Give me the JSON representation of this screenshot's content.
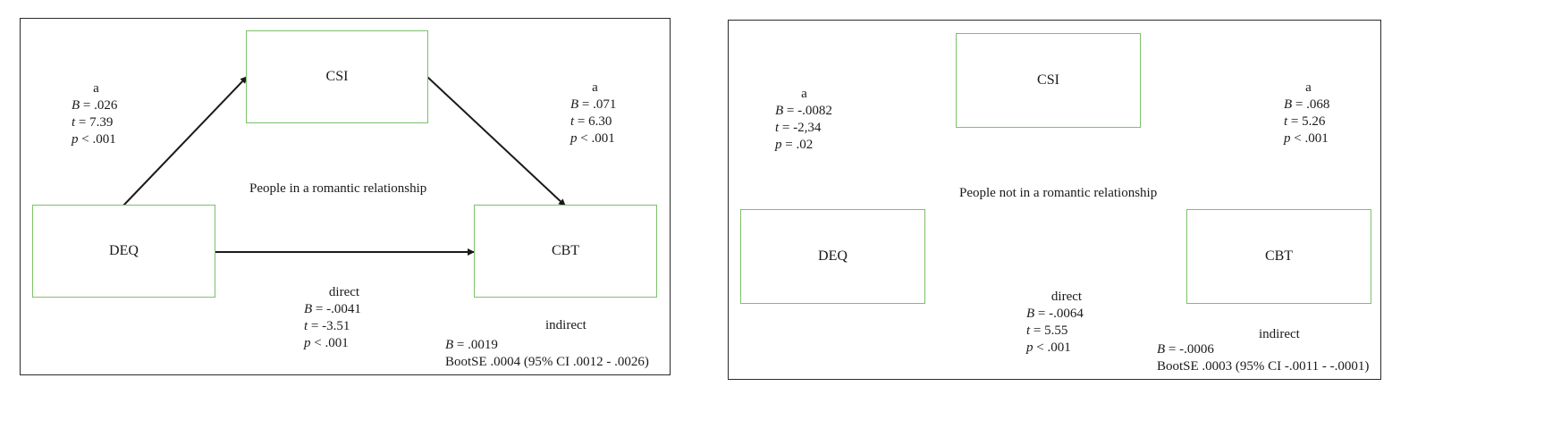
{
  "panels": [
    {
      "group_label": "People in a romantic relationship",
      "nodes": {
        "mediator": "CSI",
        "predictor": "DEQ",
        "outcome": "CBT"
      },
      "path_a1": {
        "label": "a",
        "B": ".026",
        "t": "7.39",
        "p": "< .001",
        "p_sym": "<",
        "p_val": ".001"
      },
      "path_a2": {
        "label": "a",
        "B": ".071",
        "t": "6.30",
        "p_sym": "<",
        "p_val": ".001"
      },
      "direct": {
        "label": "direct",
        "B": "-.0041",
        "t": "-3.51",
        "p_sym": "<",
        "p_val": ".001"
      },
      "indirect": {
        "label": "indirect",
        "B": ".0019",
        "bootse": "BootSE .0004 (95% CI .0012 - .0026)"
      }
    },
    {
      "group_label": "People not in a romantic relationship",
      "nodes": {
        "mediator": "CSI",
        "predictor": "DEQ",
        "outcome": "CBT"
      },
      "path_a1": {
        "label": "a",
        "B": "-.0082",
        "t": "-2,34",
        "p_sym": "=",
        "p_val": ".02"
      },
      "path_a2": {
        "label": "a",
        "B": ".068",
        "t": "5.26",
        "p_sym": "<",
        "p_val": ".001"
      },
      "direct": {
        "label": "direct",
        "B": "-.0064",
        "t": "5.55",
        "p_sym": "<",
        "p_val": ".001"
      },
      "indirect": {
        "label": "indirect",
        "B": "-.0006",
        "bootse": "BootSE .0003 (95% CI -.0011 - -.0001)"
      }
    }
  ],
  "letters": {
    "B": "B",
    "t": "t",
    "p": "p",
    "eq": " = "
  },
  "colors": {
    "node_border": "#7cc16a",
    "panel_border": "#2a2a2a",
    "arrow": "#1a1a1a"
  }
}
